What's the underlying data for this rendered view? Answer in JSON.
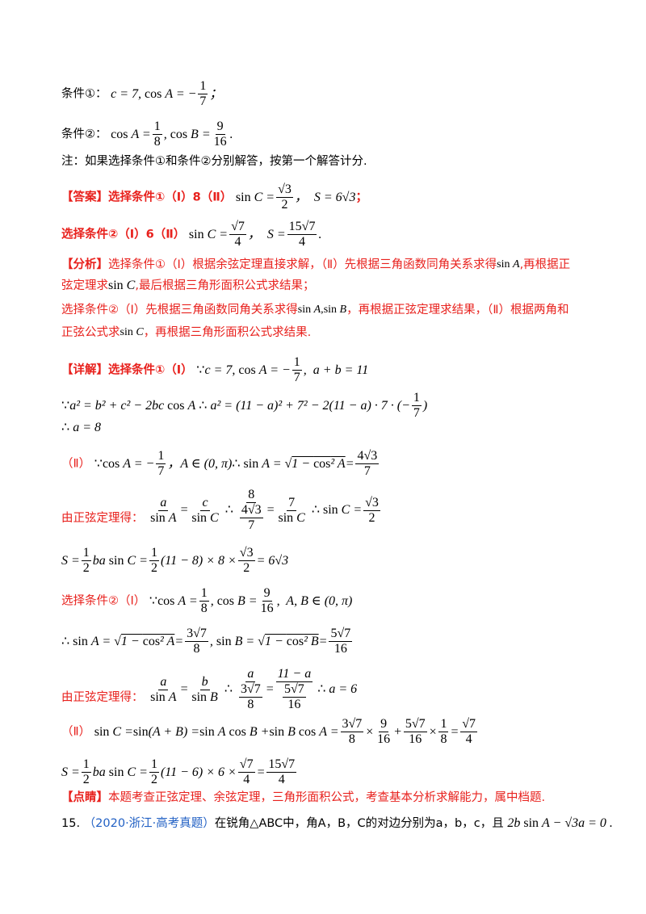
{
  "cond1_label": "条件①：",
  "cond2_label": "条件②：",
  "note": "注：如果选择条件①和条件②分别解答，按第一个解答计分.",
  "answer": {
    "tag": "【答案】",
    "line1_text": "选择条件①（Ⅰ）8（Ⅱ）",
    "line2_text": "选择条件②（Ⅰ）6（Ⅱ）"
  },
  "analysis": {
    "tag": "【分析】",
    "p1a": "选择条件①（Ⅰ）根据余弦定理直接求解，（Ⅱ）先根据三角函数同角关系求得",
    "p1b": ",再根据正",
    "p2a": "弦定理求",
    "p2b": ",最后根据三角形面积公式求结果；",
    "p3a": "选择条件②（Ⅰ）先根据三角函数同角关系求得",
    "p3b": "，再根据正弦定理求结果，（Ⅱ）根据两角和",
    "p4a": "正弦公式求",
    "p4b": "，再根据三角形面积公式求结果."
  },
  "detail": {
    "tag": "【详解】",
    "c1_part1": "选择条件①（Ⅰ）",
    "c1_part2": "（Ⅱ）",
    "sine_rule_label": "由正弦定理得：",
    "c2_part1": "选择条件②（Ⅰ）",
    "c2_part2": "（Ⅱ）"
  },
  "comment": {
    "tag": "【点睛】",
    "text": "本题考查正弦定理、余弦定理，三角形面积公式，考查基本分析求解能力，属中档题."
  },
  "q15": {
    "number": "15.",
    "source": "（2020·浙江·高考真题）",
    "text": "在锐角△ABC中，角A，B，C的对边分别为a，b，c，且"
  }
}
